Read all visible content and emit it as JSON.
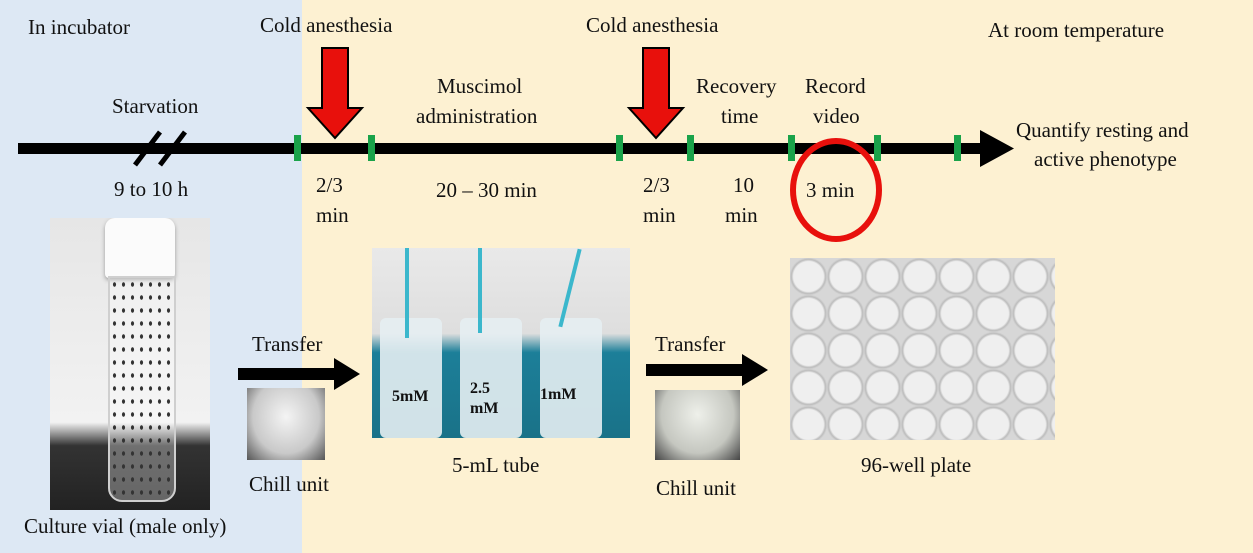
{
  "zones": {
    "incubator": "In incubator",
    "room": "At room temperature"
  },
  "steps": {
    "starvation": "Starvation",
    "starvation_time": "9 to 10 h",
    "cold1": "Cold anesthesia",
    "cold1_time_a": "2/3",
    "cold1_time_b": "min",
    "muscimol_a": "Muscimol",
    "muscimol_b": "administration",
    "muscimol_time": "20 – 30 min",
    "cold2": "Cold anesthesia",
    "cold2_time_a": "2/3",
    "cold2_time_b": "min",
    "recovery_a": "Recovery",
    "recovery_b": "time",
    "recovery_time_a": "10",
    "recovery_time_b": "min",
    "record_a": "Record",
    "record_b": "video",
    "record_time": "3 min",
    "quantify_a": "Quantify resting and",
    "quantify_b": "active phenotype"
  },
  "photos": {
    "vial": "Culture vial (male only)",
    "transfer1": "Transfer",
    "chill1": "Chill unit",
    "tube": "5-mL tube",
    "tube_labels": [
      "5mM",
      "2.5",
      "mM",
      "1mM"
    ],
    "transfer2": "Transfer",
    "chill2": "Chill unit",
    "plate": "96-well plate"
  },
  "colors": {
    "incubator_bg": "#dde8f4",
    "room_bg": "#fdf1d2",
    "arrow_red": "#e8100c",
    "tick_green": "#1aa34a",
    "circle": "#e8100c"
  }
}
